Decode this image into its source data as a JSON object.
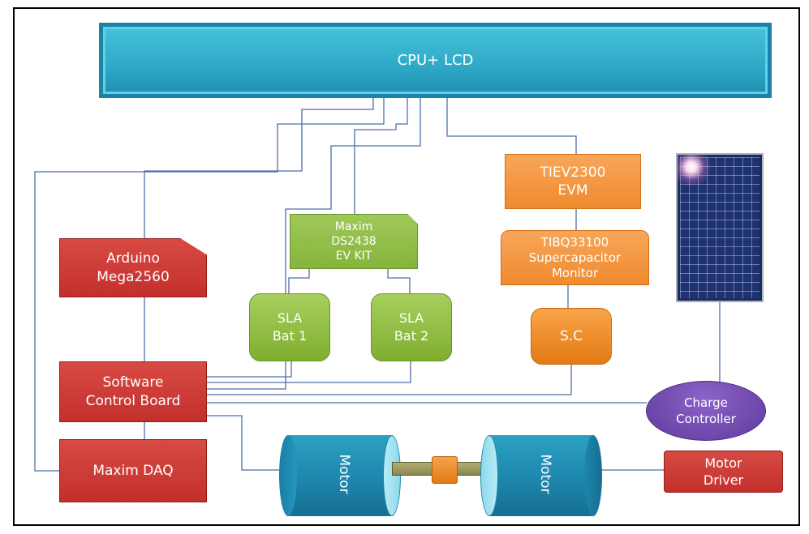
{
  "cpu": {
    "label": "CPU+ LCD"
  },
  "arduino": {
    "label": "Arduino\nMega2560"
  },
  "software_board": {
    "label": "Software\nControl Board"
  },
  "daq": {
    "label": "Maxim DAQ"
  },
  "maxim_kit": {
    "label": "Maxim\nDS2438\nEV KIT"
  },
  "bat1": {
    "label": "SLA\nBat 1"
  },
  "bat2": {
    "label": "SLA\nBat 2"
  },
  "tiev": {
    "label": "TIEV2300\nEVM"
  },
  "tibq": {
    "label": "TIBQ33100\nSupercapacitor\nMonitor"
  },
  "sc": {
    "label": "S.C"
  },
  "charge_controller": {
    "label": "Charge\nController"
  },
  "motor_left": {
    "label": "Motor"
  },
  "motor_right": {
    "label": "Motor"
  },
  "motor_driver": {
    "label": "Motor\nDriver"
  },
  "colors": {
    "wire": "#4f6fa8",
    "cpu": "#2ea8c6",
    "red": "#c3302c",
    "green": "#86b43c",
    "orange": "#f08a2e",
    "purple": "#5f3a9e"
  }
}
